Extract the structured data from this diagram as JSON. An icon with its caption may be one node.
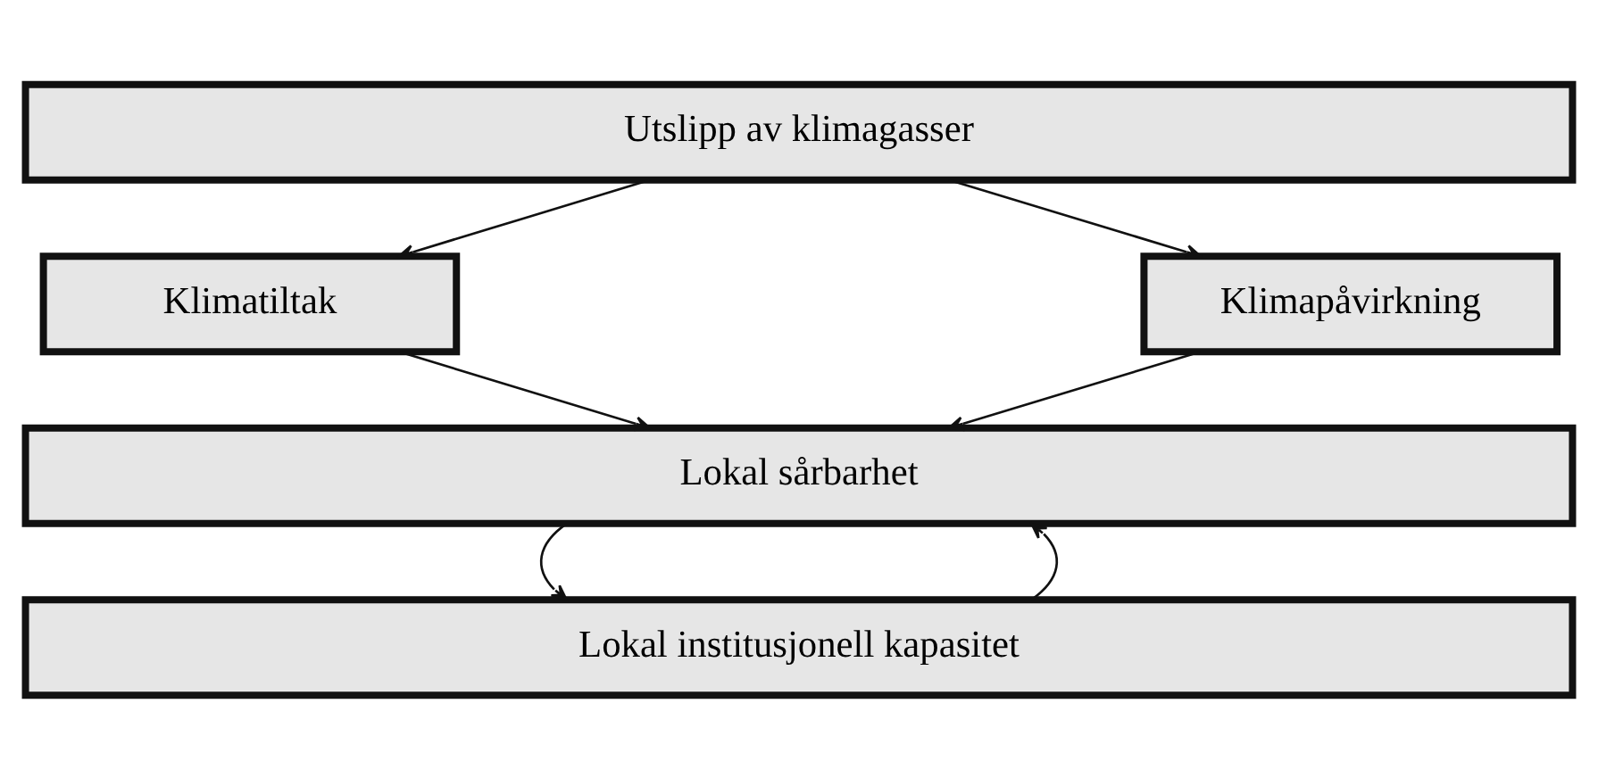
{
  "diagram": {
    "nodes": [
      {
        "text": [
          "Utslipp av klimagasser"
        ]
      },
      {
        "text": [
          "Klimatiltak"
        ]
      },
      {
        "text": [
          "Klimapåvirkning"
        ]
      },
      {
        "text": [
          "Lokal sårbarhet"
        ]
      },
      {
        "text": [
          "Lokal institusjonell kapasitet"
        ]
      }
    ],
    "edges": [
      {
        "from": 0,
        "to": 1,
        "arrow": "to"
      },
      {
        "from": 0,
        "to": 2,
        "arrow": "to"
      },
      {
        "from": 1,
        "to": 3,
        "arrow": "to"
      },
      {
        "from": 2,
        "to": 3,
        "arrow": "to"
      },
      {
        "from": 3,
        "to": 4,
        "arrow": "to"
      },
      {
        "from": 4,
        "to": 3,
        "arrow": "to"
      }
    ]
  }
}
